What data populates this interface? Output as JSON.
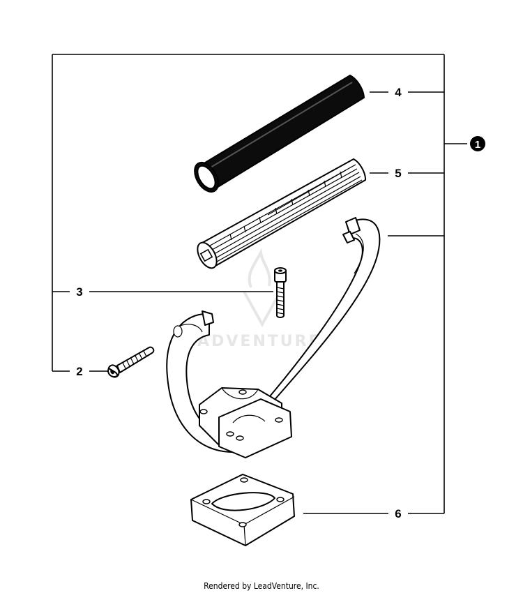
{
  "diagram": {
    "assembly_callout": "1",
    "callouts": {
      "item_2": "2",
      "item_3": "3",
      "item_4": "4",
      "item_5": "5",
      "item_6": "6"
    },
    "watermark": "LEADVENTURE",
    "footer": "Rendered by LeadVenture, Inc.",
    "colors": {
      "ink": "#000000",
      "watermark": "#e6e6e6",
      "background": "#ffffff"
    }
  }
}
